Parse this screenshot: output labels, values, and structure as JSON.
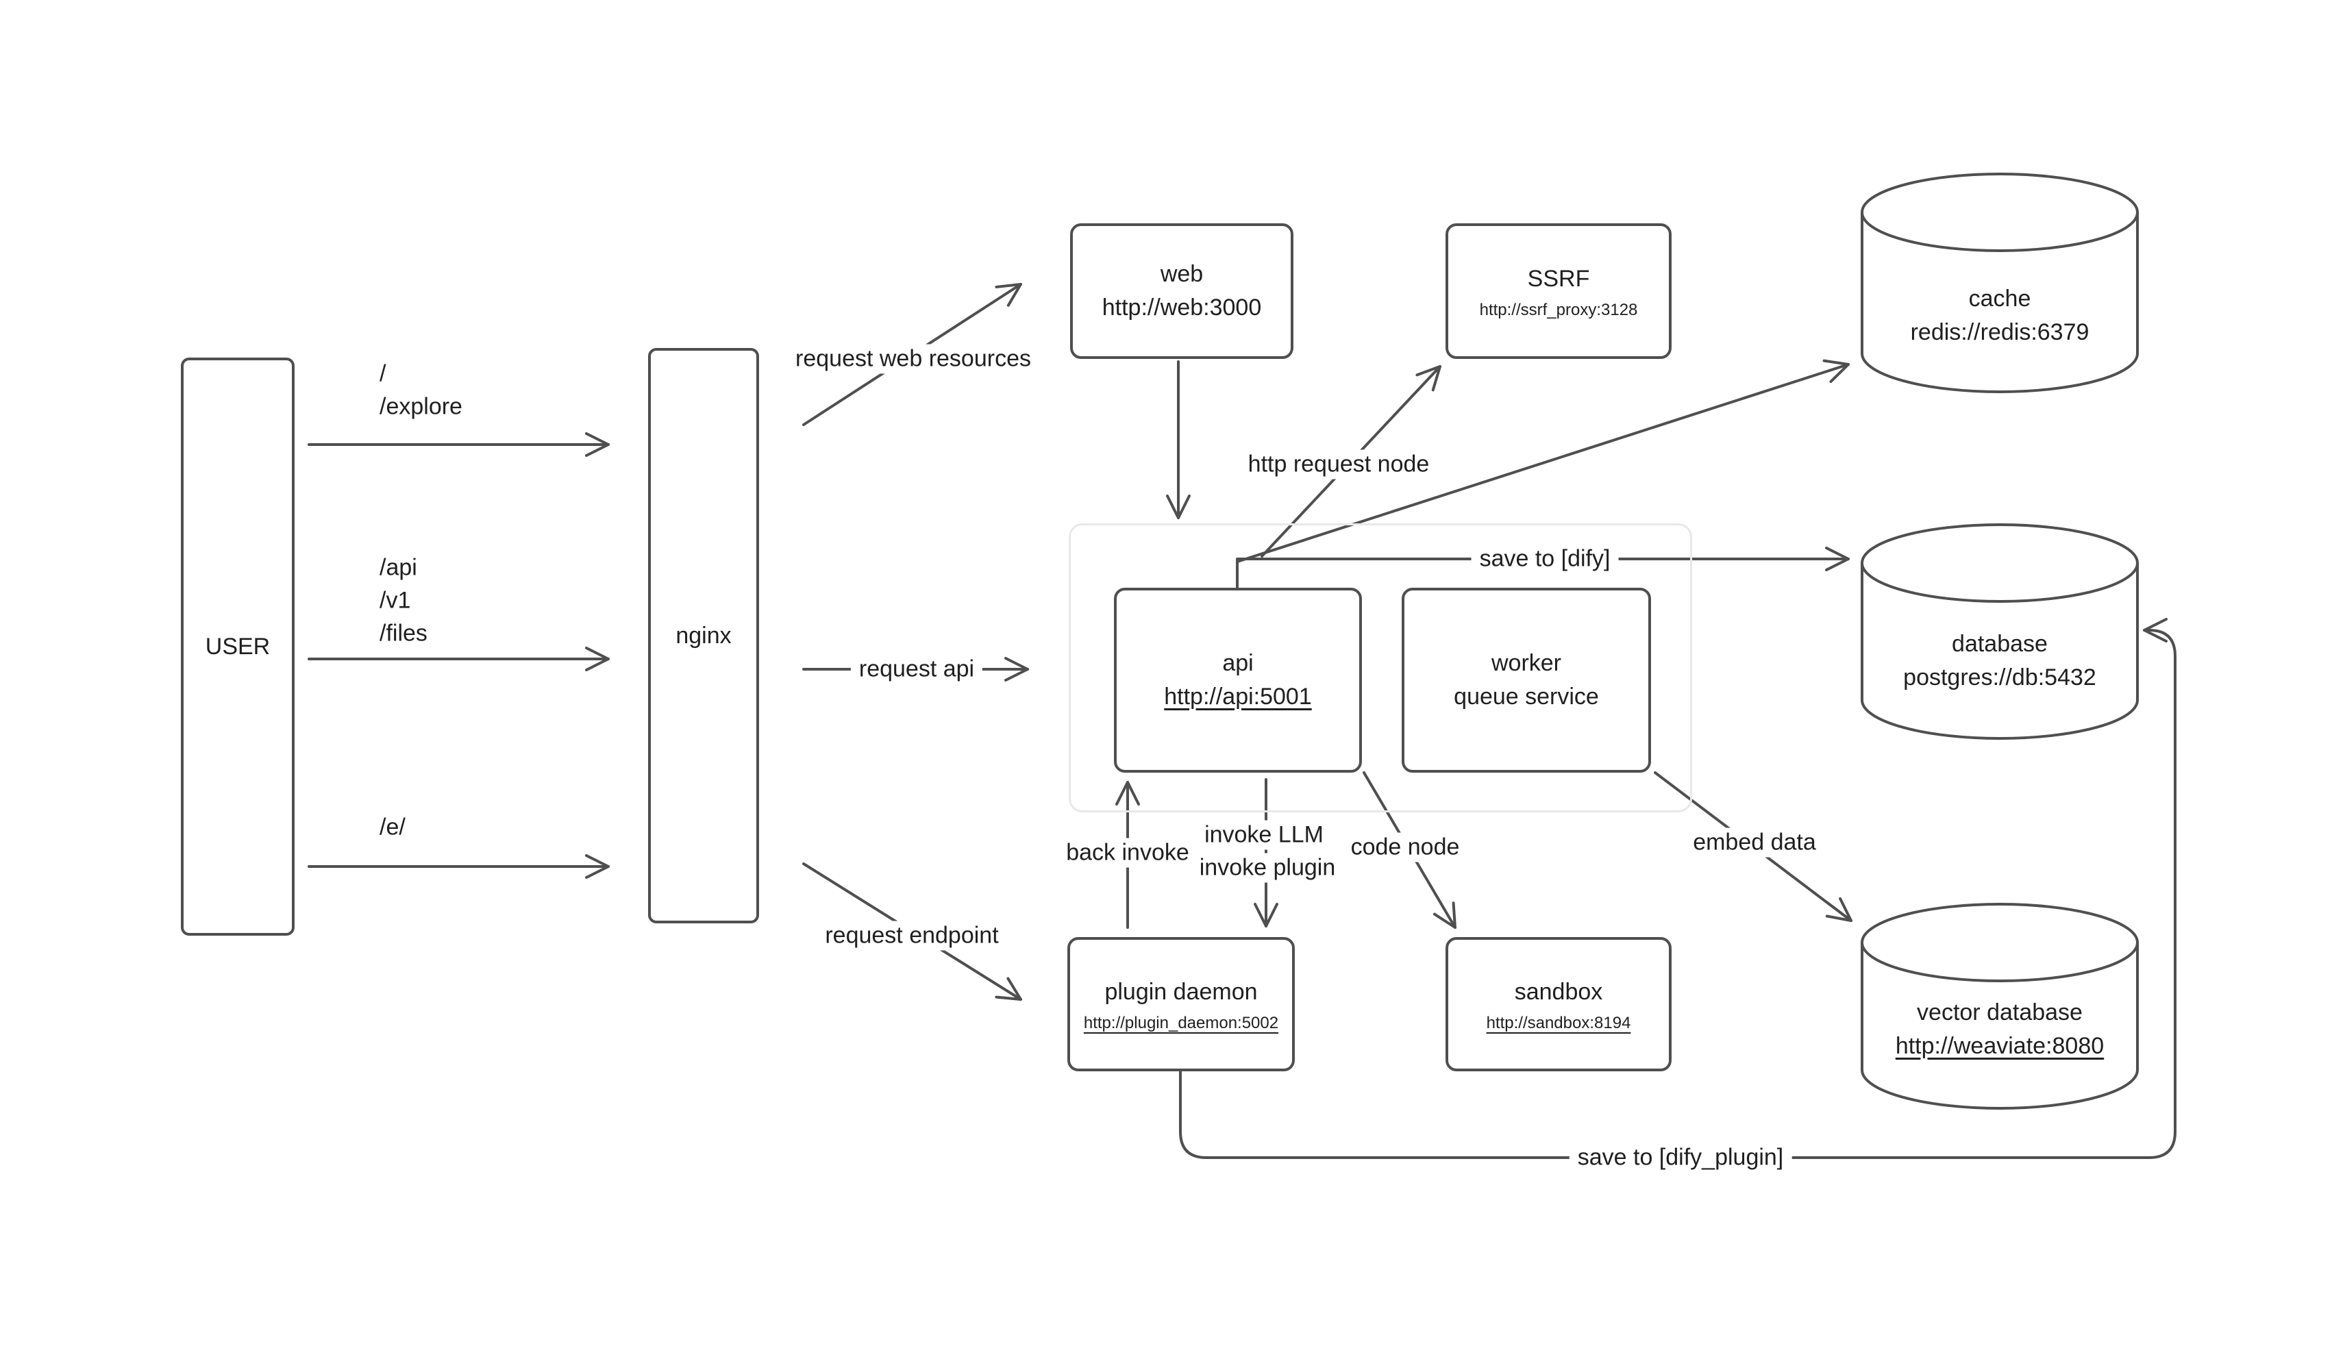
{
  "theme": {
    "background": "#ffffff",
    "line_color": "#4f4f4f",
    "text_color": "#1f1f1f",
    "group_border_color": "#e8e8e8"
  },
  "nodes": {
    "user": {
      "label": "USER"
    },
    "nginx": {
      "label": "nginx"
    },
    "web": {
      "title": "web",
      "subtitle": "http://web:3000"
    },
    "ssrf": {
      "title": "SSRF",
      "subtitle": "http://ssrf_proxy:3128"
    },
    "cache": {
      "title": "cache",
      "subtitle": "redis://redis:6379"
    },
    "api": {
      "title": "api",
      "subtitle": "http://api:5001"
    },
    "worker": {
      "title": "worker",
      "subtitle": "queue service"
    },
    "database": {
      "title": "database",
      "subtitle": "postgres://db:5432"
    },
    "plugin_daemon": {
      "title": "plugin daemon",
      "subtitle": "http://plugin_daemon:5002"
    },
    "sandbox": {
      "title": "sandbox",
      "subtitle": "http://sandbox:8194"
    },
    "vector_database": {
      "title": "vector database",
      "subtitle": "http://weaviate:8080"
    }
  },
  "edge_labels": {
    "user_root": "/",
    "user_explore": "/explore",
    "user_api_path": "/api",
    "user_v1_path": "/v1",
    "user_files_path": "/files",
    "user_e_path": "/e/",
    "request_web_resources": "request web resources",
    "request_api": "request api",
    "request_endpoint": "request endpoint",
    "http_request_node": "http request node",
    "save_to_dify": "save to [dify]",
    "back_invoke": "back invoke",
    "invoke_llm": "invoke LLM",
    "invoke_plugin": "invoke plugin",
    "code_node": "code node",
    "embed_data": "embed data",
    "save_to_dify_plugin": "save to [dify_plugin]"
  }
}
